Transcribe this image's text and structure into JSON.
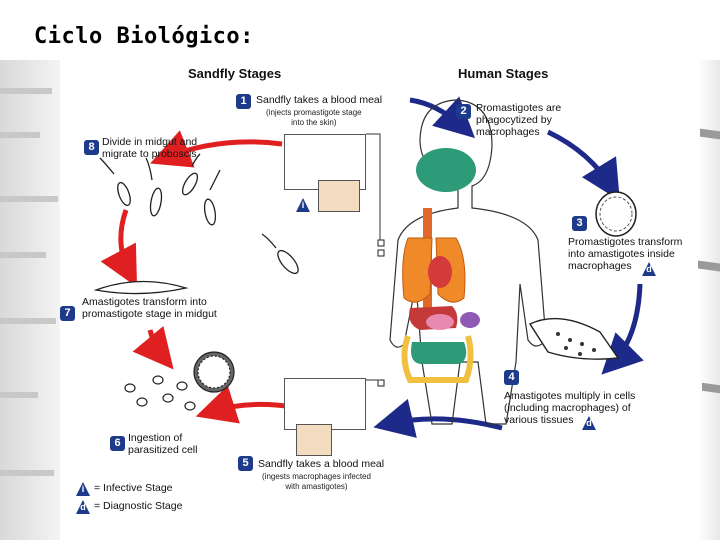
{
  "slide": {
    "title": "Ciclo Biológico:"
  },
  "diagram": {
    "headers": {
      "sandfly": "Sandfly Stages",
      "human": "Human Stages"
    },
    "steps": [
      {
        "n": "1",
        "text": "Sandfly takes a blood meal",
        "sub": "(injects promastigote stage\ninto the skin)"
      },
      {
        "n": "2",
        "text": "Promastigotes are\nphagocytized by\nmacrophages"
      },
      {
        "n": "3",
        "text": "Promastigotes transform\ninto amastigotes inside\nmacrophages"
      },
      {
        "n": "4",
        "text": "Amastigotes multiply in cells\n(including macrophages) of\nvarious tissues"
      },
      {
        "n": "5",
        "text": "Sandfly takes a blood meal",
        "sub": "(ingests macrophages infected\nwith amastigotes)"
      },
      {
        "n": "6",
        "text": "Ingestion of\nparasitized cell"
      },
      {
        "n": "7",
        "text": "Amastigotes transform into\npromastigote stage in midgut"
      },
      {
        "n": "8",
        "text": "Divide in midgut and\nmigrate to proboscis"
      }
    ],
    "badges": {
      "infective": "i",
      "diagnostic": "d"
    },
    "legend": {
      "infective": "= Infective Stage",
      "diagnostic": "= Diagnostic Stage"
    },
    "colors": {
      "sandfly_arrows": "#e02020",
      "human_arrows": "#1e2a8a",
      "number_boxes": "#1e3a8a"
    }
  }
}
